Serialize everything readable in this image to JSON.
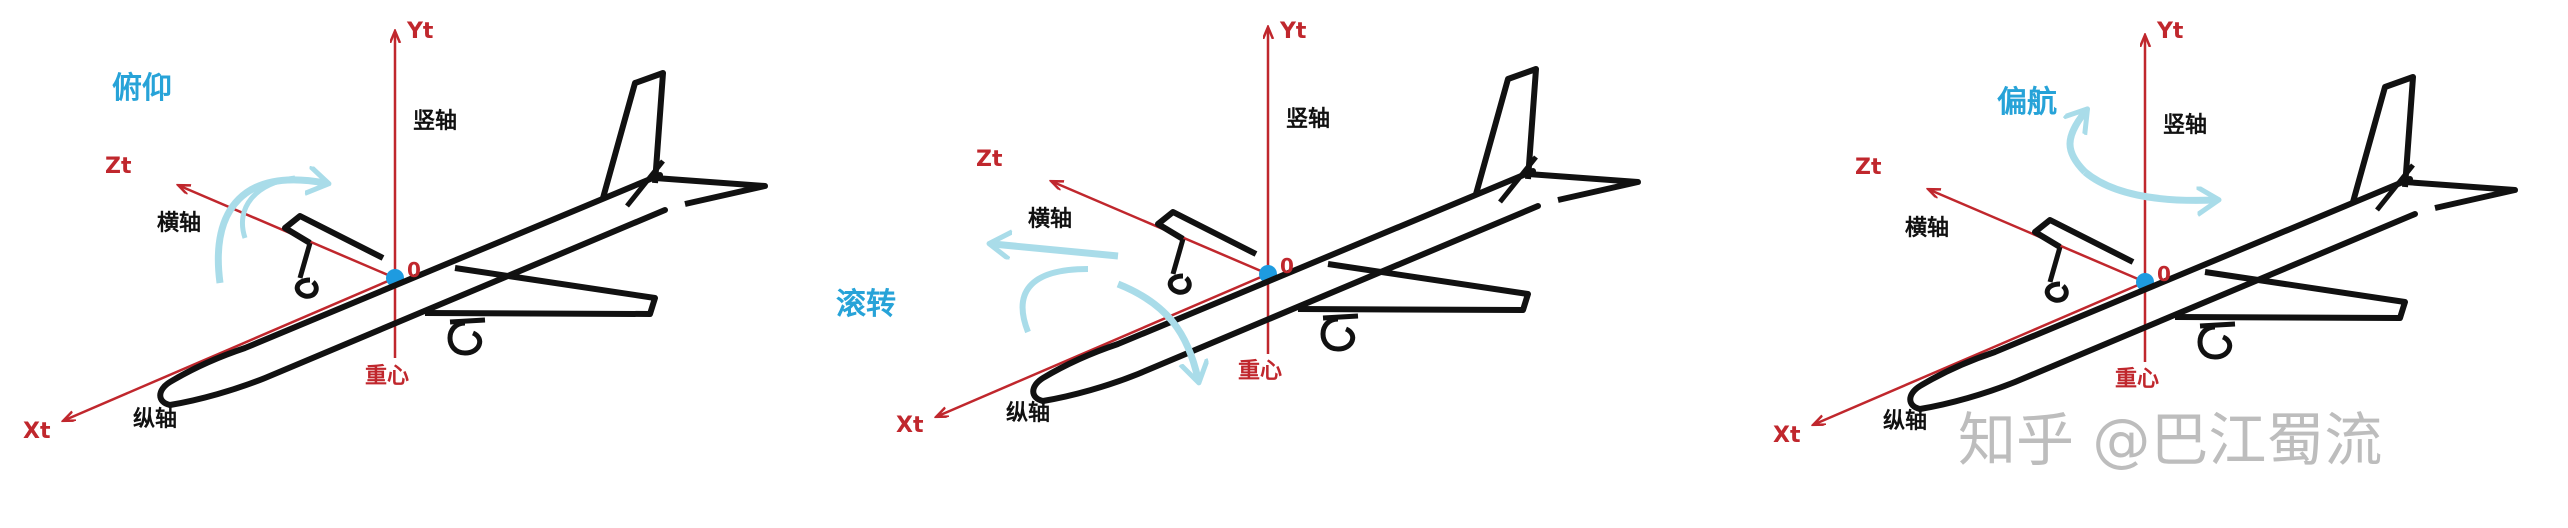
{
  "colors": {
    "axis": "#c0272d",
    "airplane": "#111111",
    "motion_arrow": "#a9dce9",
    "motion_text": "#27a3d8",
    "origin_dot": "#1e9be0",
    "watermark": "#bdbdbd"
  },
  "panels": [
    {
      "motion_label": "俯仰",
      "yt": "Yt",
      "zt": "Zt",
      "xt": "Xt",
      "vertical_axis": "竖轴",
      "lateral_axis": "横轴",
      "longitudinal_axis": "纵轴",
      "origin": "0",
      "center_of_gravity": "重心"
    },
    {
      "motion_label": "滚转",
      "yt": "Yt",
      "zt": "Zt",
      "xt": "Xt",
      "vertical_axis": "竖轴",
      "lateral_axis": "横轴",
      "longitudinal_axis": "纵轴",
      "origin": "0",
      "center_of_gravity": "重心"
    },
    {
      "motion_label": "偏航",
      "yt": "Yt",
      "zt": "Zt",
      "xt": "Xt",
      "vertical_axis": "竖轴",
      "lateral_axis": "横轴",
      "longitudinal_axis": "纵轴",
      "origin": "0",
      "center_of_gravity": "重心"
    }
  ],
  "watermark": "知乎 @巴江蜀流"
}
